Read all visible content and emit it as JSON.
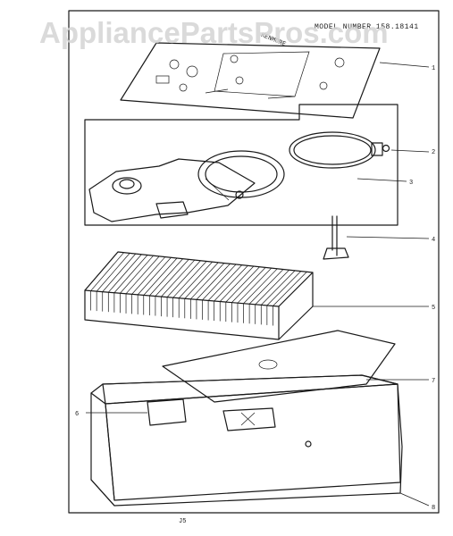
{
  "watermark": "AppliancePartsPros.com",
  "header": {
    "model_text": "MODEL NUMBER 158.18141"
  },
  "footer": {
    "code": "J5"
  },
  "callouts": [
    {
      "id": "1",
      "label": "1"
    },
    {
      "id": "2",
      "label": "2"
    },
    {
      "id": "3",
      "label": "3"
    },
    {
      "id": "4",
      "label": "4"
    },
    {
      "id": "5",
      "label": "5"
    },
    {
      "id": "6",
      "label": "6"
    },
    {
      "id": "7",
      "label": "7"
    },
    {
      "id": "8",
      "label": "8"
    }
  ],
  "parts": {
    "manual_brand": "KENMORE"
  }
}
